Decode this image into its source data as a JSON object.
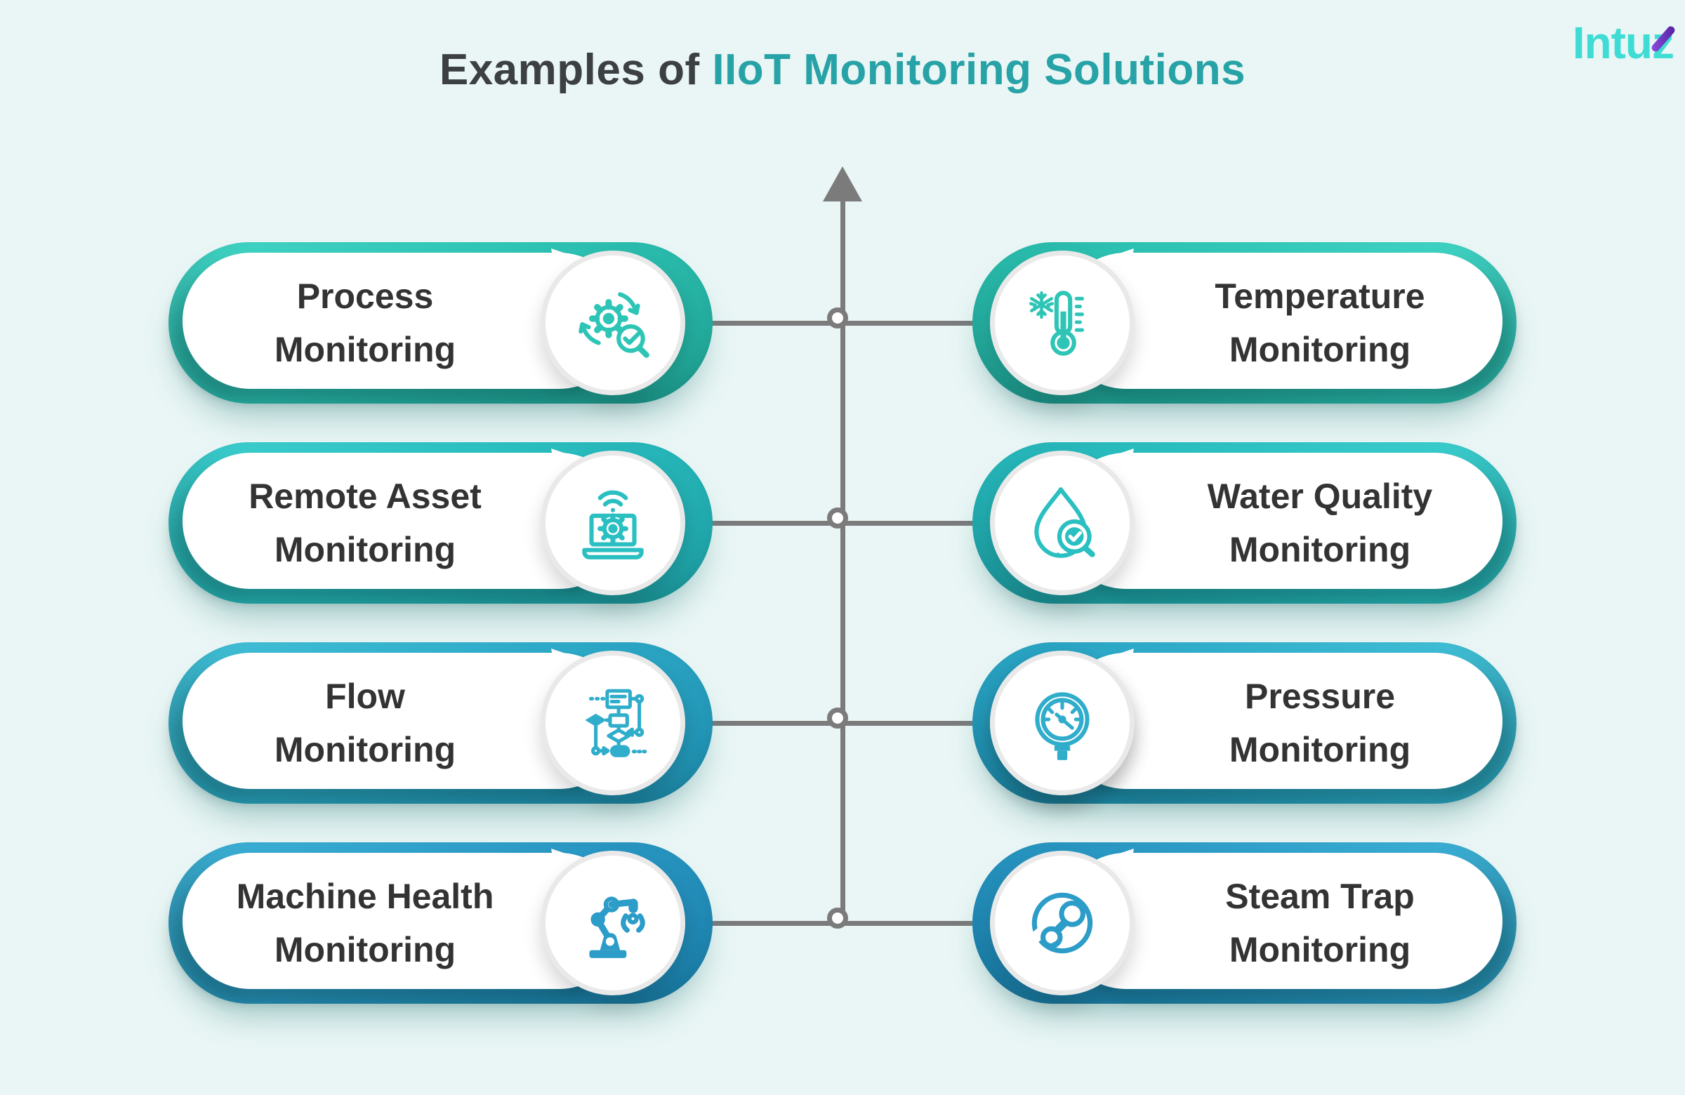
{
  "title": {
    "prefix": "Examples of ",
    "highlight": "IIoT Monitoring Solutions"
  },
  "logo": {
    "text_main": "Intu",
    "text_z": "z",
    "color": "#3edcd4",
    "accent_color": "#6d35c9"
  },
  "colors": {
    "background": "#e9f6f5",
    "title_text": "#3c4043",
    "title_highlight": "#27a2a6",
    "pill_text": "#333333",
    "connector_gray": "#7b7b7b",
    "circle_border": "#e9e9e9",
    "row_base": [
      "#2ec5b6",
      "#2abfc1",
      "#2fadcb",
      "#2c9cc8"
    ],
    "row_light": [
      "#43d8c8",
      "#3ed2d2",
      "#44c4da",
      "#3fb4d8"
    ],
    "row_dark": [
      "#1fa193",
      "#1d9fa4",
      "#1e8cad",
      "#1a7ea9"
    ]
  },
  "rows": [
    {
      "left": {
        "line1": "Process",
        "line2": "Monitoring",
        "icon": "gear-search-icon"
      },
      "right": {
        "line1": "Temperature",
        "line2": "Monitoring",
        "icon": "thermometer-snowflake-icon"
      }
    },
    {
      "left": {
        "line1": "Remote Asset",
        "line2": "Monitoring",
        "icon": "laptop-gear-wifi-icon"
      },
      "right": {
        "line1": "Water Quality",
        "line2": "Monitoring",
        "icon": "water-drop-magnifier-icon"
      }
    },
    {
      "left": {
        "line1": "Flow",
        "line2": "Monitoring",
        "icon": "flowchart-icon"
      },
      "right": {
        "line1": "Pressure",
        "line2": "Monitoring",
        "icon": "pressure-gauge-icon"
      }
    },
    {
      "left": {
        "line1": "Machine Health",
        "line2": "Monitoring",
        "icon": "robotic-arm-icon"
      },
      "right": {
        "line1": "Steam Trap",
        "line2": "Monitoring",
        "icon": "steam-trap-icon"
      }
    }
  ]
}
